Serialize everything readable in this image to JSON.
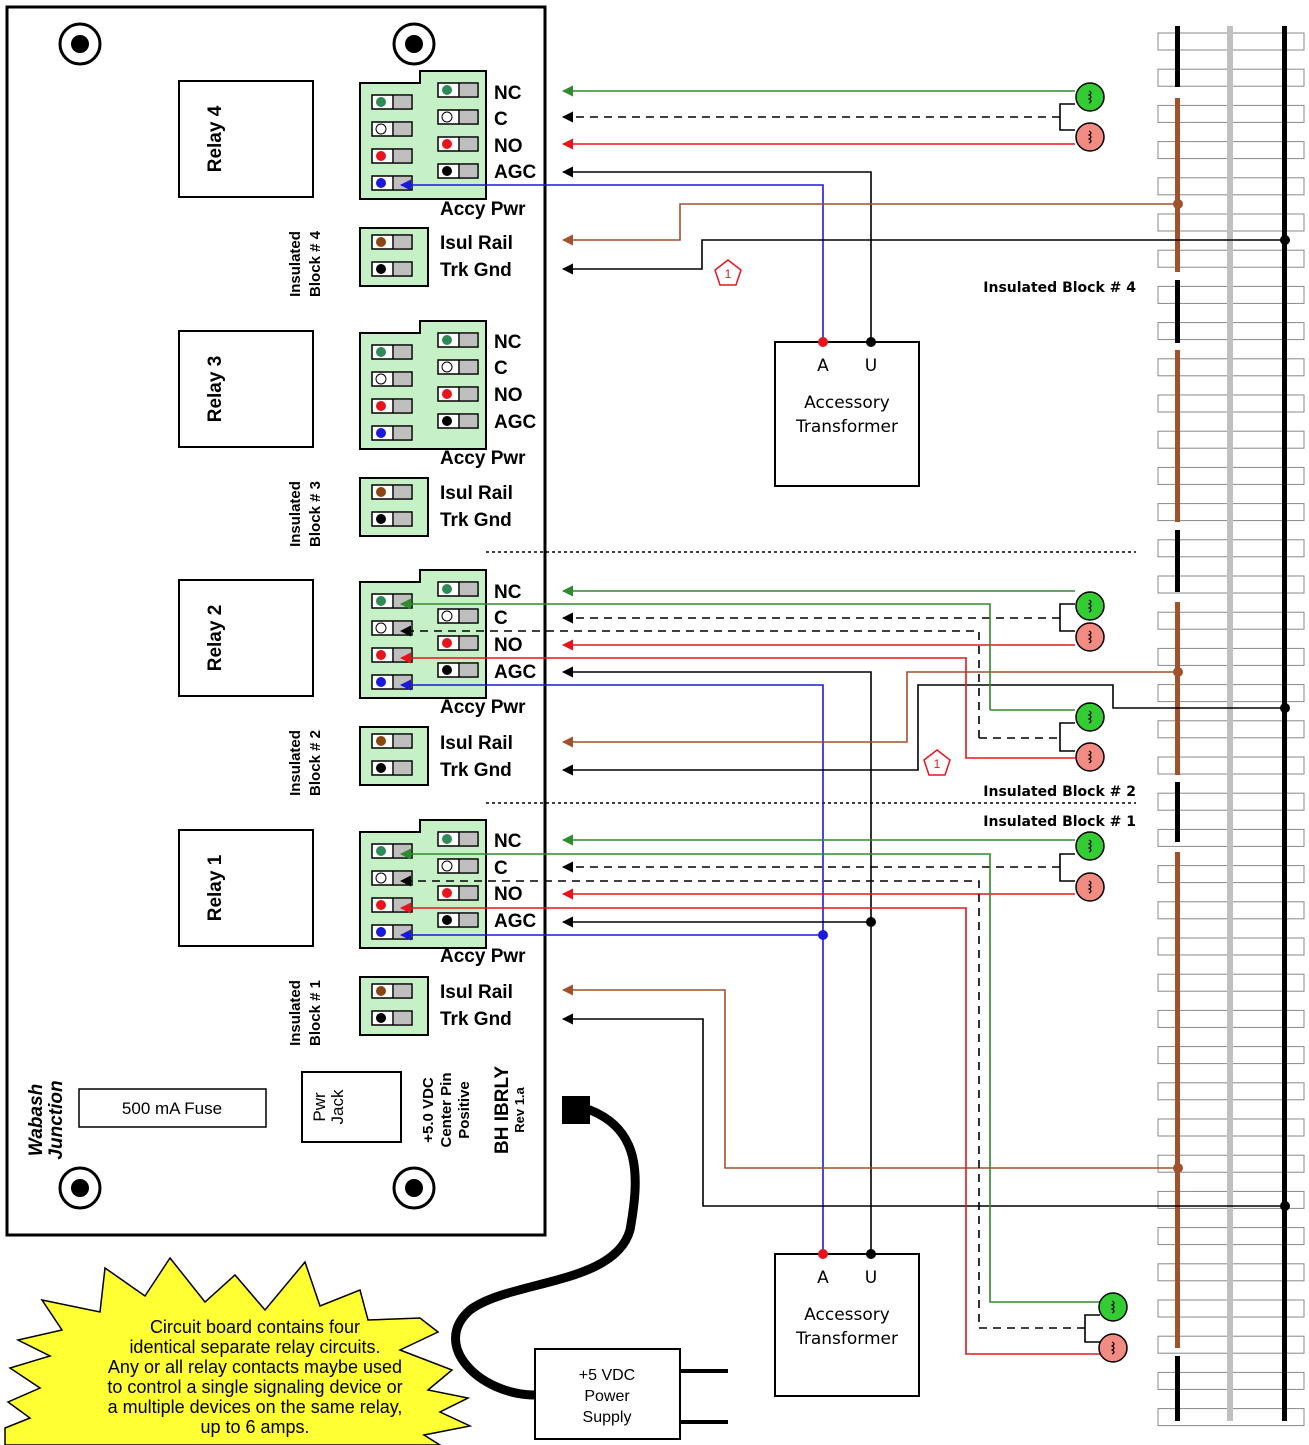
{
  "board": {
    "brand_line1": "Wabash",
    "brand_line2": "Junction",
    "fuse_label": "500 mA Fuse",
    "jack_line1": "Pwr",
    "jack_line2": "Jack",
    "power_line1": "+5.0 VDC",
    "power_line2": "Center Pin",
    "power_line3": "Positive",
    "model": "BH IBRLY",
    "revision": "Rev 1.a"
  },
  "relays": [
    {
      "label": "Relay 4",
      "block_line1": "Insulated",
      "block_line2": "Block # 4"
    },
    {
      "label": "Relay 3",
      "block_line1": "Insulated",
      "block_line2": "Block # 3"
    },
    {
      "label": "Relay 2",
      "block_line1": "Insulated",
      "block_line2": "Block # 2"
    },
    {
      "label": "Relay 1",
      "block_line1": "Insulated",
      "block_line2": "Block # 1"
    }
  ],
  "terminal_labels": {
    "nc": "NC",
    "c": "C",
    "no": "NO",
    "agc": "AGC",
    "accy_pwr": "Accy Pwr",
    "isul_rail": "Isul Rail",
    "trk_gnd": "Trk Gnd"
  },
  "transformer": {
    "terminal_a": "A",
    "terminal_u": "U",
    "line1": "Accessory",
    "line2": "Transformer"
  },
  "power_supply": {
    "line1": "+5 VDC",
    "line2": "Power",
    "line3": "Supply"
  },
  "track_blocks": {
    "block4": "Insulated Block # 4",
    "block2": "Insulated Block # 2",
    "block1": "Insulated Block # 1"
  },
  "note_marker": "1",
  "callout": {
    "line1": "Circuit board contains four",
    "line2": "identical separate relay circuits.",
    "line3": "Any or all relay contacts maybe used",
    "line4": "to control a single signaling device or",
    "line5": "a multiple devices on the same relay,",
    "line6": "up to 6 amps."
  },
  "colors": {
    "green_wire": "#2e8b2e",
    "red_wire": "#e8141c",
    "blue_wire": "#1a1adb",
    "brown_wire": "#a0522d",
    "connector_fill": "#c6f0c6",
    "signal_green": "#33cc33",
    "signal_red": "#f28b82",
    "callout_fill": "#ffff33",
    "center_rail": "#c0c0c0"
  }
}
